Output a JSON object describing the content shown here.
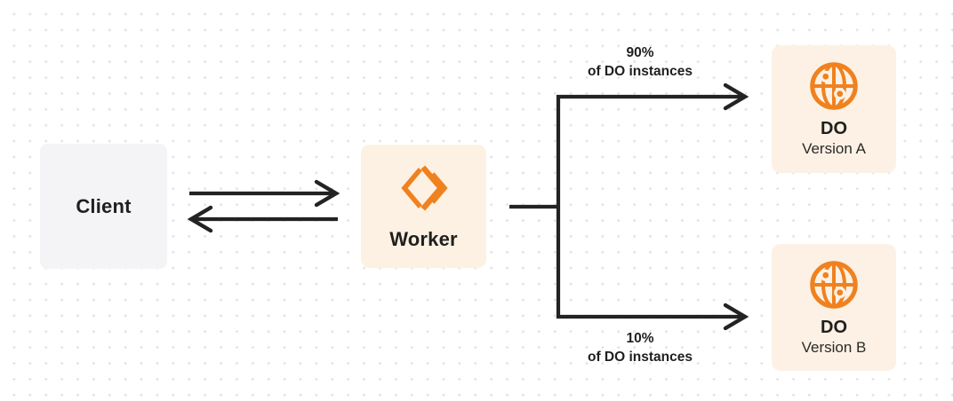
{
  "diagram": {
    "client": {
      "label": "Client"
    },
    "worker": {
      "label": "Worker",
      "icon": "cloudflare-workers-icon"
    },
    "do_version_a": {
      "title": "DO",
      "subtitle": "Version A",
      "icon": "durable-object-globe-icon"
    },
    "do_version_b": {
      "title": "DO",
      "subtitle": "Version B",
      "icon": "durable-object-globe-icon"
    },
    "routes": {
      "to_version_a": {
        "percent": "90%",
        "caption": "of DO instances"
      },
      "to_version_b": {
        "percent": "10%",
        "caption": "of DO instances"
      }
    }
  },
  "colors": {
    "canvas_bg": "#ffffff",
    "dot_grid": "#e4e4e7",
    "connector": "#232323",
    "text_dark": "#1f1f1f",
    "orange": "#f0811f",
    "client_box_bg": "#f4f4f6",
    "worker_box_bg": "#fcf1e2",
    "do_box_bg": "#fcf1e4"
  }
}
